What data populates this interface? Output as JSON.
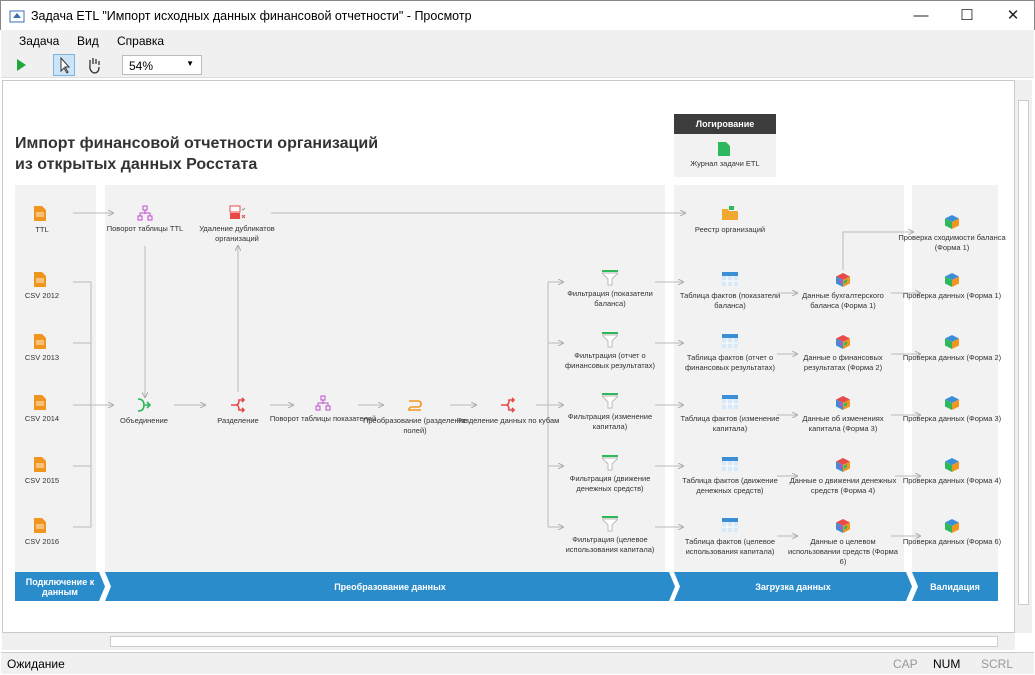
{
  "window": {
    "title": "Задача ETL \"Импорт исходных данных финансовой отчетности\" - Просмотр",
    "minimize": "—",
    "maximize": "☐",
    "close": "✕"
  },
  "menu": [
    "Задача",
    "Вид",
    "Справка"
  ],
  "toolbar": {
    "zoom": "54%",
    "run_icon": "play-icon",
    "select_icon": "pointer-icon",
    "pan_icon": "hand-icon"
  },
  "diagram": {
    "title_line1": "Импорт финансовой отчетности организаций",
    "title_line2": "из открытых данных Росстата",
    "logging": {
      "header": "Логирование",
      "item": "Журнал задачи ETL"
    },
    "stages": [
      "Подключение к данным",
      "Преобразование данных",
      "Загрузка данных",
      "Валидация"
    ],
    "sources": [
      "TTL",
      "CSV 2012",
      "CSV 2013",
      "CSV 2014",
      "CSV 2015",
      "CSV 2016"
    ],
    "transforms": [
      "Поворот таблицы TTL",
      "Удаление дубликатов организаций",
      "Объединение",
      "Разделение",
      "Поворот таблицы показателей",
      "Преобразование (разделение полей)",
      "Разделение данных по кубам"
    ],
    "filters": [
      "Фильтрация (показатели баланса)",
      "Фильтрация (отчет о финансовых результатах)",
      "Фильтрация (изменение капитала)",
      "Фильтрация (движение денежных средств)",
      "Фильтрация (целевое использования капитала)"
    ],
    "registry": "Реестр организаций",
    "tables": [
      "Таблица фактов (показатели баланса)",
      "Таблица фактов (отчет о финансовых результатах)",
      "Таблица фактов (изменение капитала)",
      "Таблица фактов (движение денежных средств)",
      "Таблица фактов (целевое использования капитала)"
    ],
    "cubes": [
      "Данные бухгалтерского баланса (Форма 1)",
      "Данные о финансовых результатах (Форма 2)",
      "Данные об изменениях капитала (Форма 3)",
      "Данные о движении денежных средств (Форма 4)",
      "Данные о целевом использовании средств (Форма 6)"
    ],
    "checks": [
      "Проверка сходимости баланса (Форма 1)",
      "Проверка данных (Форма 1)",
      "Проверка данных (Форма 2)",
      "Проверка данных (Форма 3)",
      "Проверка данных (Форма 4)",
      "Проверка данных (Форма 6)"
    ]
  },
  "status": {
    "text": "Ожидание",
    "cap": "CAP",
    "num": "NUM",
    "scrl": "SCRL"
  },
  "colors": {
    "band": "#2a8ccb",
    "source": "#f0961e",
    "filter": "#2eb85c",
    "table": "#3b8fd6",
    "pivot": "#c04fd0",
    "split": "#e84a4a"
  }
}
